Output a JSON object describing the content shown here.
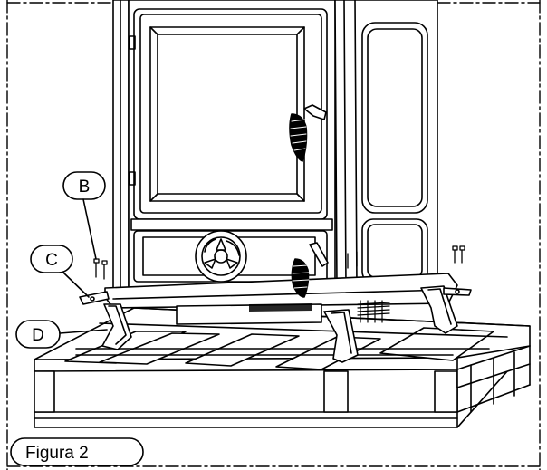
{
  "callouts": {
    "b": "B",
    "c": "C",
    "d": "D"
  },
  "figure_label": "Figura 2"
}
